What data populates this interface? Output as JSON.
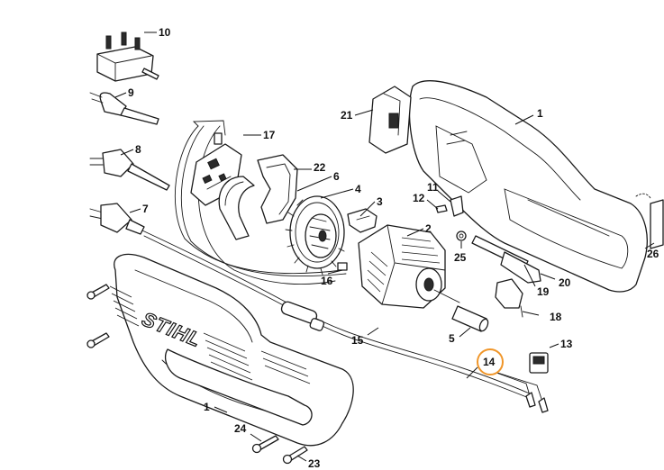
{
  "diagram": {
    "brand_text": "STIHL",
    "highlight_color": "#f0962a",
    "highlighted_part": "14",
    "parts": [
      {
        "id": "p10",
        "label": "10"
      },
      {
        "id": "p9",
        "label": "9"
      },
      {
        "id": "p8",
        "label": "8"
      },
      {
        "id": "p7",
        "label": "7"
      },
      {
        "id": "p17",
        "label": "17"
      },
      {
        "id": "p22",
        "label": "22"
      },
      {
        "id": "p6",
        "label": "6"
      },
      {
        "id": "p4",
        "label": "4"
      },
      {
        "id": "p3",
        "label": "3"
      },
      {
        "id": "p2",
        "label": "2"
      },
      {
        "id": "p16",
        "label": "16"
      },
      {
        "id": "p15",
        "label": "15"
      },
      {
        "id": "p5",
        "label": "5"
      },
      {
        "id": "p14",
        "label": "14"
      },
      {
        "id": "p13",
        "label": "13"
      },
      {
        "id": "p21",
        "label": "21"
      },
      {
        "id": "p1a",
        "label": "1"
      },
      {
        "id": "p12",
        "label": "12"
      },
      {
        "id": "p11",
        "label": "11"
      },
      {
        "id": "p25",
        "label": "25"
      },
      {
        "id": "p19",
        "label": "19"
      },
      {
        "id": "p20",
        "label": "20"
      },
      {
        "id": "p18",
        "label": "18"
      },
      {
        "id": "p26",
        "label": "26"
      },
      {
        "id": "p1b",
        "label": "1"
      },
      {
        "id": "p24",
        "label": "24"
      },
      {
        "id": "p23",
        "label": "23"
      }
    ]
  }
}
